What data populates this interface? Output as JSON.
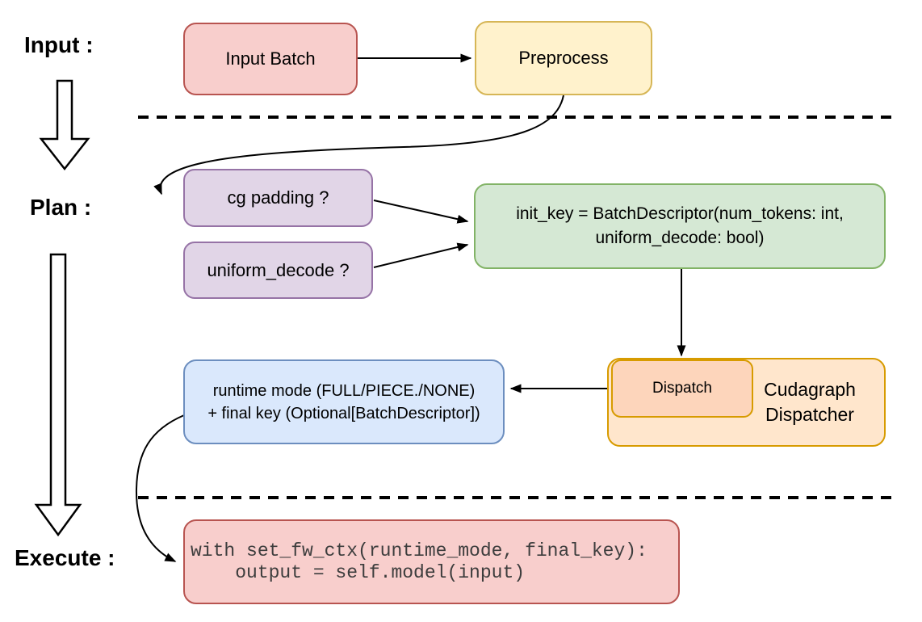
{
  "title": "Cudagraph dispatch flow diagram",
  "palette": {
    "background": "#ffffff",
    "arrow": "#000000",
    "label_text": "#000000",
    "code_text": "#3d3d3d"
  },
  "sections": {
    "input": {
      "label": "Input :"
    },
    "plan": {
      "label": "Plan :"
    },
    "execute": {
      "label": "Execute :"
    }
  },
  "nodes": {
    "input_batch": {
      "label": "Input Batch",
      "fill": "#f8cecc",
      "stroke": "#b85450"
    },
    "preprocess": {
      "label": "Preprocess",
      "fill": "#fff2cc",
      "stroke": "#d6b656"
    },
    "cg_padding": {
      "label": "cg padding ?",
      "fill": "#e1d5e7",
      "stroke": "#9673a6"
    },
    "uniform_decode": {
      "label": "uniform_decode ?",
      "fill": "#e1d5e7",
      "stroke": "#9673a6"
    },
    "init_key": {
      "lines": [
        "init_key = BatchDescriptor(num_tokens: int,",
        "uniform_decode: bool)"
      ],
      "fill": "#d5e8d4",
      "stroke": "#82b366"
    },
    "runtime_key": {
      "lines": [
        "runtime mode (FULL/PIECE./NONE)",
        "+ final key (Optional[BatchDescriptor])"
      ],
      "fill": "#dae8fc",
      "stroke": "#6c8ebf"
    },
    "dispatch": {
      "label": "Dispatch",
      "fill": "#fdd5bb",
      "stroke": "#d79b00"
    },
    "cudagraph_dispatcher": {
      "label": "Cudagraph Dispatcher",
      "fill": "#ffe6cc",
      "stroke": "#d79b00"
    },
    "execute_code": {
      "lines": [
        "with set_fw_ctx(runtime_mode, final_key):",
        "    output = self.model(input)"
      ],
      "fill": "#f8cecc",
      "stroke": "#b85450"
    }
  },
  "edges": [
    {
      "from": "input_batch",
      "to": "preprocess",
      "style": "arrow"
    },
    {
      "from": "preprocess",
      "to": "cg_padding",
      "style": "curved-arrow"
    },
    {
      "from": "cg_padding",
      "to": "init_key",
      "style": "arrow"
    },
    {
      "from": "uniform_decode",
      "to": "init_key",
      "style": "arrow"
    },
    {
      "from": "init_key",
      "to": "dispatch",
      "style": "arrow"
    },
    {
      "from": "dispatch",
      "to": "runtime_key",
      "style": "arrow"
    },
    {
      "from": "runtime_key",
      "to": "execute_code",
      "style": "curved-arrow"
    },
    {
      "from": "input_section",
      "to": "plan_section",
      "style": "hollow-down-arrow"
    },
    {
      "from": "plan_section",
      "to": "execute_section",
      "style": "hollow-down-arrow"
    },
    {
      "between": [
        "input_section",
        "plan_section"
      ],
      "style": "dashed-divider"
    },
    {
      "between": [
        "plan_section",
        "execute_section"
      ],
      "style": "dashed-divider"
    }
  ]
}
